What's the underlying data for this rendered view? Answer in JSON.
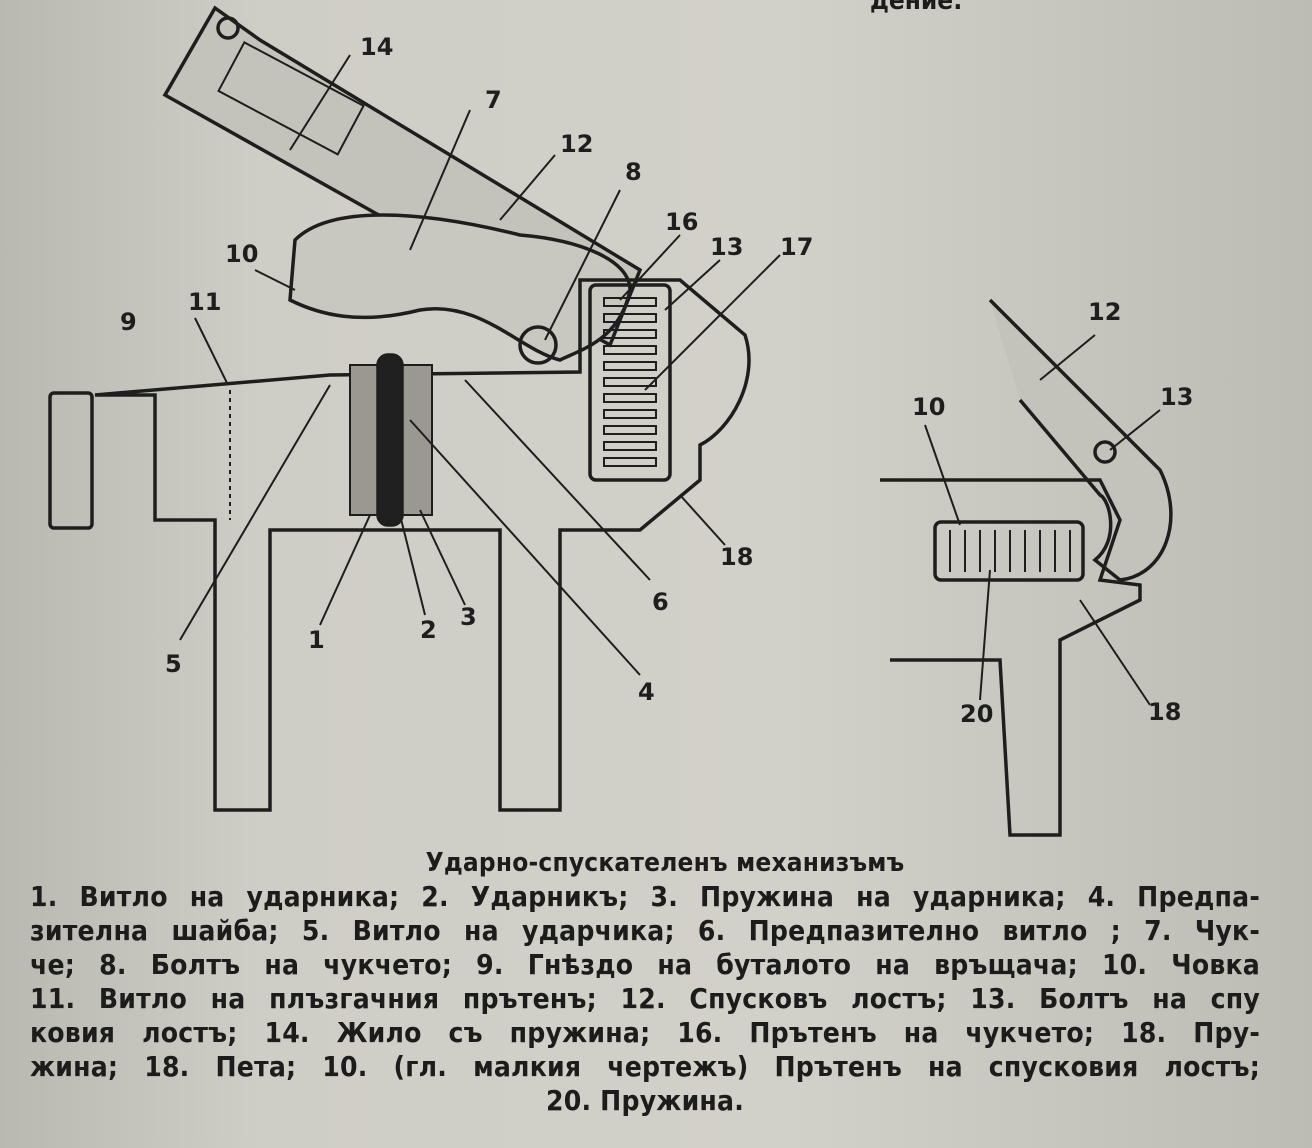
{
  "top_fragment": "дение:",
  "diagram": {
    "main_labels": [
      "14",
      "7",
      "12",
      "8",
      "16",
      "13",
      "17",
      "10",
      "9",
      "11",
      "5",
      "1",
      "2",
      "3",
      "4",
      "6",
      "18"
    ],
    "small_labels": [
      "12",
      "13",
      "10",
      "20",
      "18"
    ]
  },
  "caption": {
    "title": "Ударно-спускателенъ механизъмъ",
    "lines": [
      "1. Витло на ударника; 2. Ударникъ; 3. Пружина  на ударника; 4. Предпа-",
      "зителна шайба;  5. Витло на ударчика; 6. Предпазително витло ; 7. Чук-",
      "че; 8. Болтъ на чукчето; 9. Гнѣздо на буталото на връщача; 10. Човка",
      "11. Витло на плъзгачния прътенъ; 12. Спусковъ лостъ; 13. Болтъ на спу",
      "ковия лостъ;  14. Жило съ пружина;  16. Прътенъ на чукчето; 18. Пру-",
      "жина; 18. Пета;  10. (гл. малкия чертежъ) Прътенъ на спусковия лостъ;",
      "20. Пружина."
    ]
  }
}
